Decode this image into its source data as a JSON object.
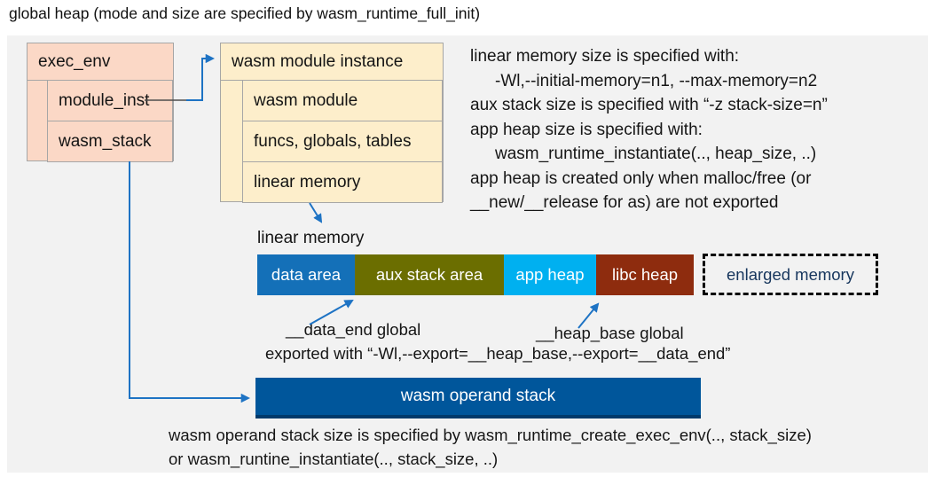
{
  "title": "global heap (mode and size are specified by wasm_runtime_full_init)",
  "exec_env_box": {
    "header": "exec_env",
    "rows": [
      "module_inst",
      "wasm_stack"
    ]
  },
  "module_instance_box": {
    "header": "wasm module instance",
    "rows": [
      "wasm module",
      "funcs, globals, tables",
      "linear memory"
    ]
  },
  "notes_top": {
    "lines": [
      "linear memory size is specified with:",
      "-Wl,--initial-memory=n1, --max-memory=n2",
      "aux stack size is specified with “-z stack-size=n”",
      "app heap size is specified with:",
      "wasm_runtime_instantiate(.., heap_size, ..)",
      "app heap is created only when malloc/free (or",
      "__new/__release for as) are not exported"
    ]
  },
  "linear_memory": {
    "label": "linear memory",
    "segments": [
      {
        "label": "data area",
        "color": "#1470b8"
      },
      {
        "label": "aux stack area",
        "color": "#6b6e00"
      },
      {
        "label": "app heap",
        "color": "#00b0f0"
      },
      {
        "label": "libc heap",
        "color": "#8e2c0e"
      }
    ],
    "enlarged": {
      "label": "enlarged memory",
      "text_color": "#17365d"
    }
  },
  "annotations": {
    "data_end_label": "__data_end global",
    "heap_base_label": "__heap_base global",
    "exported_line": "exported with “-Wl,--export=__heap_base,--export=__data_end”"
  },
  "operand_stack": {
    "label": "wasm operand stack",
    "color": "#00569b"
  },
  "notes_bottom": {
    "lines": [
      "wasm operand stack size is specified by wasm_runtime_create_exec_env(.., stack_size)",
      "or wasm_runtine_instantiate(.., stack_size, ..)"
    ]
  },
  "colors": {
    "panel_bg": "#f2f2f2",
    "exec_env_fill": "#fbd8c6",
    "module_instance_fill": "#fdeecb",
    "box_border": "#a6a6a6",
    "arrow_blue": "#1e73c4",
    "operand_stack_bar": "#00569b",
    "enlarged_memory_text": "#17365d"
  }
}
